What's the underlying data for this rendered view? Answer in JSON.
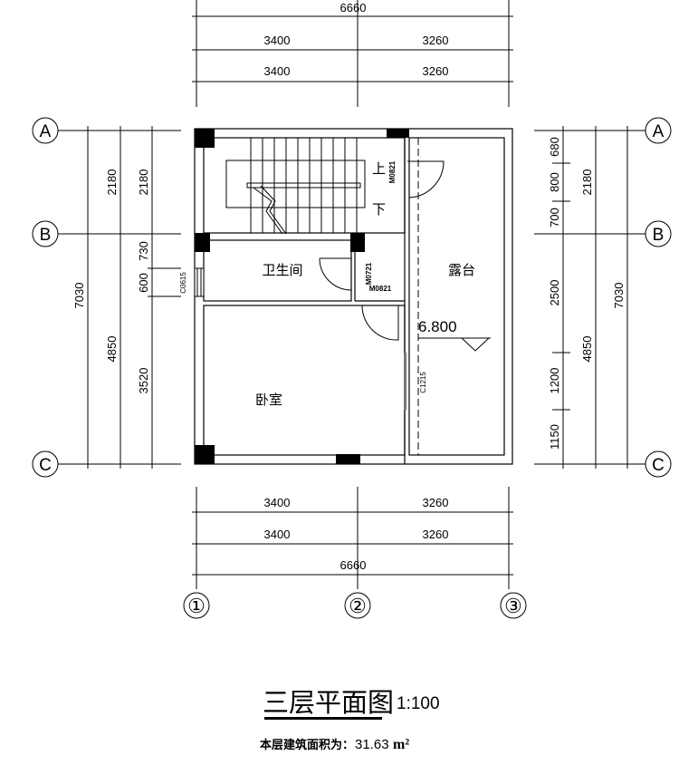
{
  "dimensions": {
    "top": {
      "total": "6660",
      "row1": [
        "3400",
        "3260"
      ],
      "row2": [
        "3400",
        "3260"
      ]
    },
    "bottom": {
      "row1": [
        "3400",
        "3260"
      ],
      "row2": [
        "3400",
        "3260"
      ],
      "total": "6660"
    },
    "left": {
      "total": "7030",
      "mid": [
        "2180",
        "4850"
      ],
      "inner": [
        "2180",
        "730",
        "600",
        "3520"
      ],
      "window": "C0615"
    },
    "right": {
      "inner": [
        "680",
        "800",
        "700",
        "2500",
        "1200",
        "1150"
      ],
      "mid": [
        "2180",
        "4850"
      ],
      "total": "7030"
    }
  },
  "axes": {
    "rows": [
      "A",
      "B",
      "C"
    ],
    "cols": [
      "①",
      "②",
      "③"
    ]
  },
  "rooms": {
    "bathroom": "卫生间",
    "terrace": "露台",
    "bedroom": "卧室"
  },
  "stair": {
    "up": "上",
    "down": "下"
  },
  "doors": {
    "d1": "M0821",
    "d2": "M0721",
    "d3": "M0821"
  },
  "windows": {
    "w1": "C1215"
  },
  "elevation": "6.800",
  "title": {
    "name": "三层平面图",
    "scale": "1:100"
  },
  "area": {
    "label": "本层建筑面积为：",
    "value": "31.63",
    "unit": "m²"
  }
}
